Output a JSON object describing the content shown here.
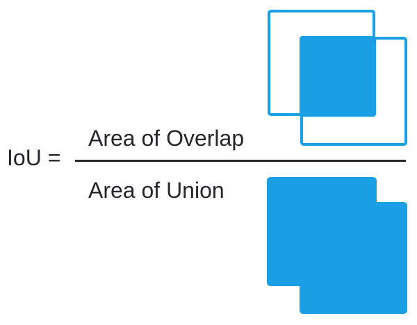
{
  "formula": {
    "lhs": "IoU =",
    "numerator": "Area of Overlap",
    "denominator": "Area of Union"
  },
  "figures": {
    "overlap_figure": "two overlapping outlined boxes with intersection region filled",
    "union_figure": "two overlapping boxes fully filled as one merged shape"
  },
  "colors": {
    "accent_blue": "#1A9FE4",
    "text_ink": "#26252E",
    "background": "#FFFFFF"
  }
}
